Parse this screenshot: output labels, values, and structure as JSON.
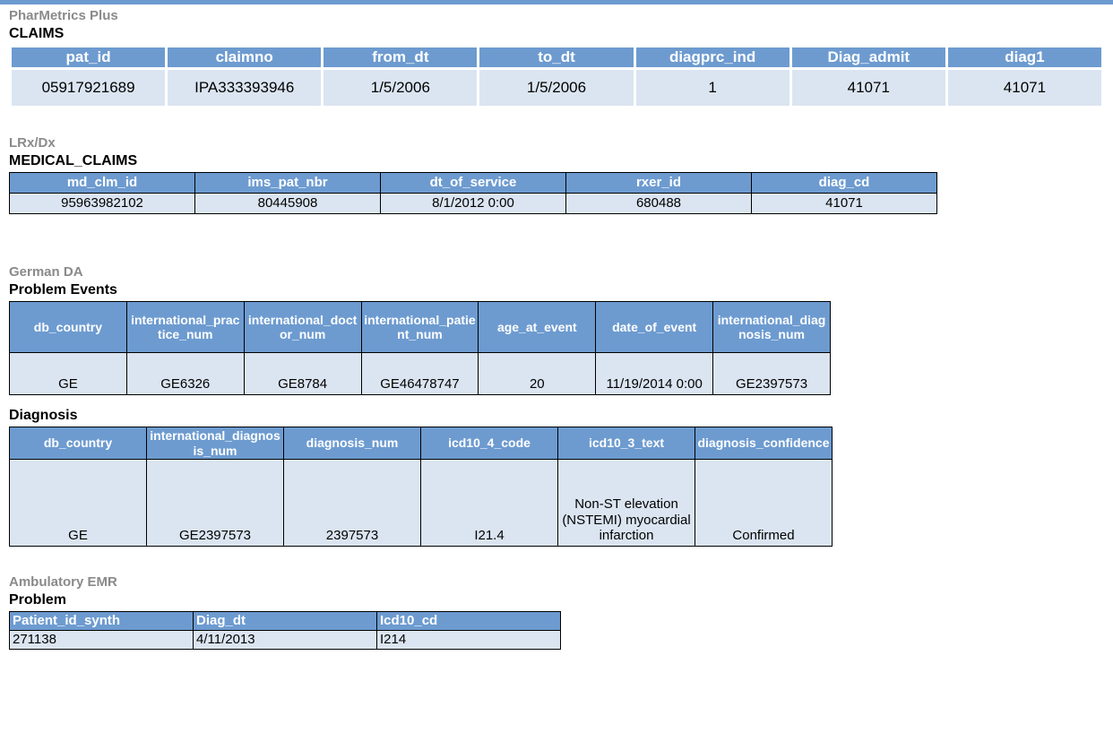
{
  "colors": {
    "header_bg": "#6D9BD0",
    "row_bg": "#DBE5F1",
    "source_label": "#8A8A8A"
  },
  "sections": [
    {
      "source": "PharMetrics Plus",
      "table_name": "CLAIMS",
      "headers": [
        "pat_id",
        "claimno",
        "from_dt",
        "to_dt",
        "diagprc_ind",
        "Diag_admit",
        "diag1"
      ],
      "rows": [
        [
          "05917921689",
          "IPA333393946",
          "1/5/2006",
          "1/5/2006",
          "1",
          "41071",
          "41071"
        ]
      ]
    },
    {
      "source": "LRx/Dx",
      "table_name": "MEDICAL_CLAIMS",
      "headers": [
        "md_clm_id",
        "ims_pat_nbr",
        "dt_of_service",
        "rxer_id",
        "diag_cd"
      ],
      "rows": [
        [
          "95963982102",
          "80445908",
          "8/1/2012 0:00",
          "680488",
          "41071"
        ]
      ]
    },
    {
      "source": "German DA",
      "table_name": "Problem Events",
      "headers": [
        "db_country",
        "international_practice_num",
        "international_doctor_num",
        "international_patient_num",
        "age_at_event",
        "date_of_event",
        "international_diagnosis_num"
      ],
      "rows": [
        [
          "GE",
          "GE6326",
          "GE8784",
          "GE46478747",
          "20",
          "11/19/2014 0:00",
          "GE2397573"
        ]
      ]
    },
    {
      "table_name": "Diagnosis",
      "headers": [
        "db_country",
        "international_diagnosis_num",
        "diagnosis_num",
        "icd10_4_code",
        "icd10_3_text",
        "diagnosis_confidence"
      ],
      "rows": [
        [
          "GE",
          "GE2397573",
          "2397573",
          "I21.4",
          "Non-ST elevation (NSTEMI) myocardial infarction",
          "Confirmed"
        ]
      ]
    },
    {
      "source": "Ambulatory EMR",
      "table_name": "Problem",
      "headers": [
        "Patient_id_synth",
        "Diag_dt",
        "Icd10_cd"
      ],
      "rows": [
        [
          "271138",
          "4/11/2013",
          "I214"
        ]
      ]
    }
  ]
}
